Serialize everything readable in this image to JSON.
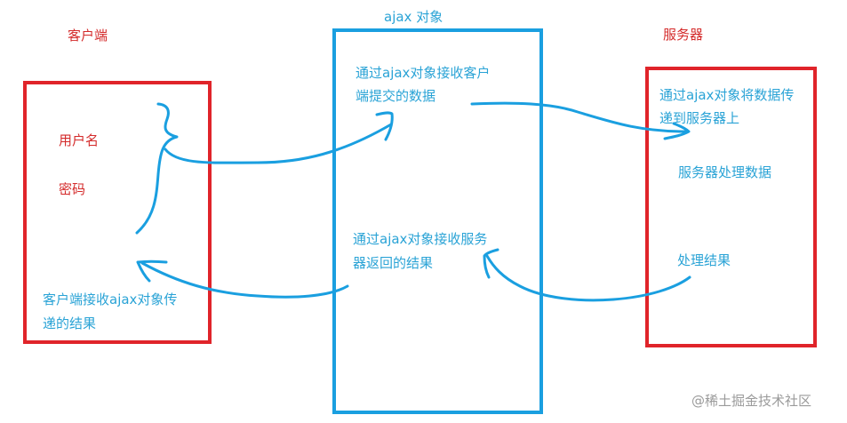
{
  "client": {
    "title": "客户端",
    "username_label": "用户名",
    "password_label": "密码",
    "receive_text_line1": "客户端接收ajax对象传",
    "receive_text_line2": "递的结果"
  },
  "ajax": {
    "title": "ajax 对象",
    "receive_from_client_line1": "通过ajax对象接收客户",
    "receive_from_client_line2": "端提交的数据",
    "receive_from_server_line1": "通过ajax对象接收服务",
    "receive_from_server_line2": "器返回的结果"
  },
  "server": {
    "title": "服务器",
    "send_line1": "通过ajax对象将数据传",
    "send_line2": "递到服务器上",
    "process_text": "服务器处理数据",
    "result_text": "处理结果"
  },
  "watermark": "@稀土掘金技术社区",
  "colors": {
    "red": "#e0242a",
    "blue": "#1a9fe0"
  }
}
